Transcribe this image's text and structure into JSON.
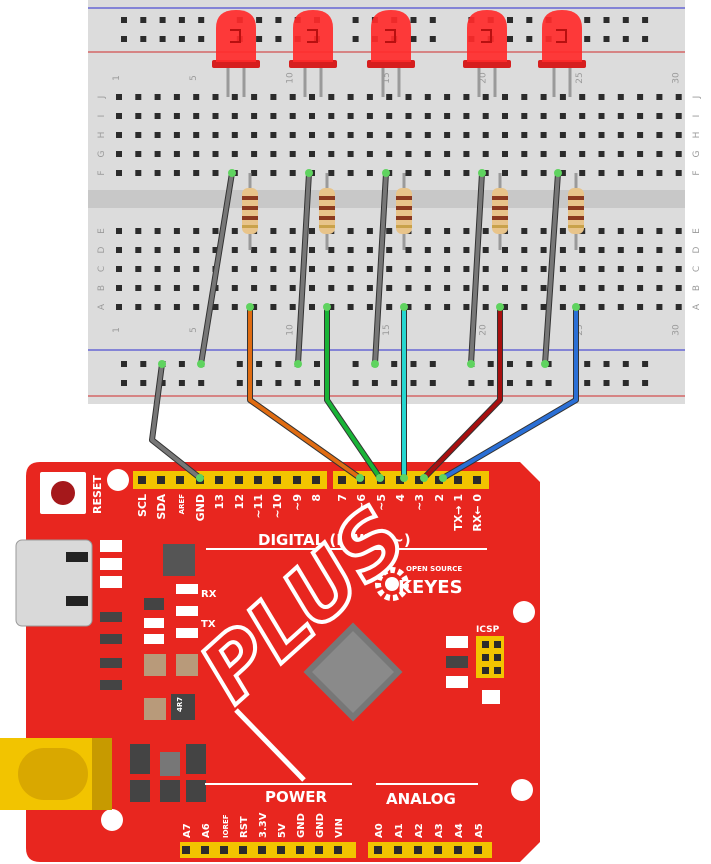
{
  "breadboard": {
    "row_letters_top": [
      "J",
      "I",
      "H",
      "G",
      "F"
    ],
    "row_letters_bottom": [
      "E",
      "D",
      "C",
      "B",
      "A"
    ],
    "col_numbers": [
      "1",
      "5",
      "10",
      "15",
      "20",
      "25",
      "30"
    ]
  },
  "leds": [
    {
      "color": "#ff2a2a"
    },
    {
      "color": "#ff2a2a"
    },
    {
      "color": "#ff2a2a"
    },
    {
      "color": "#ff2a2a"
    },
    {
      "color": "#ff2a2a"
    }
  ],
  "wires": [
    {
      "color": "#777777"
    },
    {
      "color": "#e06c12"
    },
    {
      "color": "#19b437"
    },
    {
      "color": "#26d6d0"
    },
    {
      "color": "#a80f0f"
    },
    {
      "color": "#2a6fd6"
    }
  ],
  "board": {
    "color": "#e8261f",
    "reset_label": "RESET",
    "digital_pins": [
      "SCL",
      "SDA",
      "AREF",
      "GND",
      "13",
      "12",
      "~11",
      "~10",
      "~9",
      "8",
      "7",
      "~6",
      "~5",
      "4",
      "~3",
      "2",
      "TX→ 1",
      "RX← 0"
    ],
    "digital_label": "DIGITAL (PWM=~)",
    "logo_text": "PLUS",
    "brand_small": "OPEN SOURCE",
    "brand": "KEYES",
    "rx_label": "RX",
    "tx_label": "TX",
    "icsp_label": "ICSP",
    "chip_label": "4R7",
    "power_label": "POWER",
    "analog_label": "ANALOG",
    "power_pins": [
      "A7",
      "A6",
      "IOREF",
      "RST",
      "3.3V",
      "5V",
      "GND",
      "GND",
      "VIN"
    ],
    "analog_pins": [
      "A0",
      "A1",
      "A2",
      "A3",
      "A4",
      "A5"
    ]
  }
}
